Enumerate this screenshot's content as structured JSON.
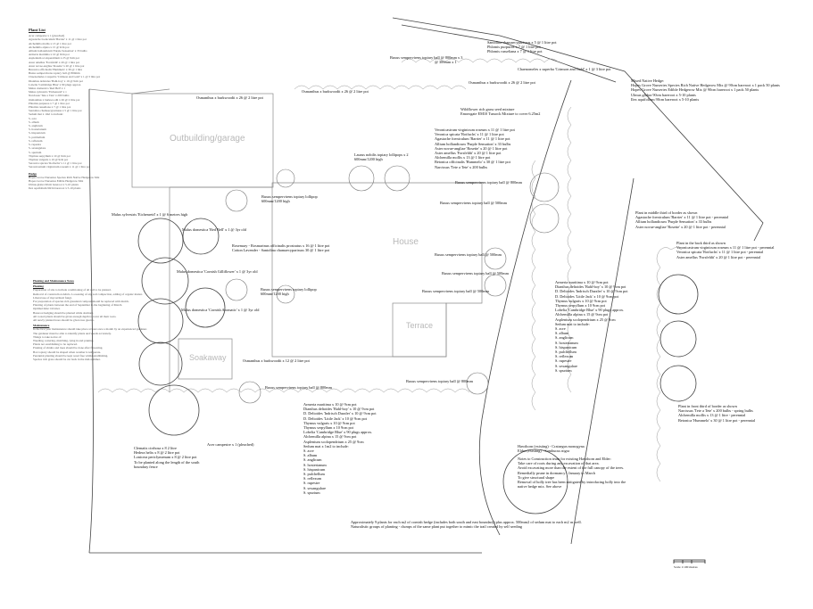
{
  "areas": {
    "outbuilding": "Outbuilding/garage",
    "house": "House",
    "terrace": "Terrace",
    "soakaway": "Soakaway"
  },
  "plant_list": {
    "title": "Plant List",
    "items": [
      "Acer campestre x 1 (pleached)",
      "Agastache foeniculum 'Barrier' x 11 @ 1 litre pot",
      "Alchemilla mollis x 13 @ 1 litre pot",
      "Alchemilla alpina x 15 @ 9cm pot",
      "Allium hollandicum 'Purple Sensation' x 33 bulbs",
      "Armeria maritima x 10 @ 9cm pot",
      "Asplenium scolopendrium x 25 @ 9cm pot",
      "Aster amellus 'Forsfeldii' x 20 @ 1 litre pot",
      "Aster novae-angliae 'Rosette' x 20 @ 1 litre pot",
      "Betonica officinalis 'Hummelo' x 30 @ 1 litre",
      "Buxus sempervirens topiary ball @ 800mm",
      "Chaenomeles x superba 'Crimson and Gold' x 1 @ 3 litre pot",
      "Dianthus deltoides 'Bahl-boy' x 10 @ 9cm pot",
      "Lobelia 'Cambridge Blue' x 90 plugs approx.",
      "Malus domestica 'Red Bell' x 1",
      "Malus sylvestris 'Eichenreid' x 1",
      "Narcissus 'Tete a Tete' x 200 bulbs",
      "Osmanthus x burkwoodii x 26 @ 2 litre pot",
      "Phlomis purpurea x 7 @ 1 litre pot",
      "Phlomis russeliana x 7 @ 1 litre pot",
      "Santolina chamaecyparissus x 5 @ 1 litre pot",
      "Sedum mat x 1m2 to include:",
      "S. acre",
      "S. album",
      "S. anglicum",
      "S. hosterianum",
      "S. hispanicum",
      "S. pulchellum",
      "S. reflexum",
      "S. rupestre",
      "S. sexangulare",
      "S. spurium",
      "Thymus serpyllum x 10 @ 9cm pot",
      "Thymus vulgaris x 10 @ 9cm pot",
      "Veronica spicata 'Rotfuchs' x 11 @ 1 litre pot",
      "Veronicastrum virginicum roseum x 11 @ 1 litre pot"
    ],
    "hedge_title": "Hedge",
    "hedge_items": [
      "Hopes Grove Nurseries Species Rich Native Hedgerow Mix",
      "Hopes Grove Nurseries Edible Hedgerow Mix",
      "Ulmus glabra 90cm bareroot x 5-10 plants",
      "Ilex aquifolium 90cm bareroot x 5-10 plants"
    ]
  },
  "maintenance_notes": {
    "title": "Planting and Maintenance Notes",
    "planting_heading": "Planting",
    "planting": [
      "Preparation of site to include conditioning of all soil to be planted.",
      "Removal of construction debris. Loosening of any soil compaction, adding of organic matter.",
      "Liberal use of mycorrhizal fungi.",
      "For preparation of species rich grassland compost should be replaced with mulch.",
      "Planting of plants between the end of September to the beginning of March.",
      "Optimal time: October.",
      "Bareroot hedging should be planted while dormant.",
      "All rooted plants should be given enough depth to cover all their roots.",
      "All newly planted trees should be given tree guards."
    ],
    "maintenance_heading": "Maintenance",
    "maintenance": [
      "In the first year maintenance should take place at least once a month by an experienced gardener.",
      "The gardener must be able to identify plants and weeds accurately.",
      "Things to take notice of:",
      "Weeding, watering, mulching, tying in and pruning.",
      "Plants not establishing to be replaced.",
      "Pruning of shrubs and trees should be done after flowering.",
      "Box topiary should be shaped when weather is temperate.",
      "Perennial planting should be kept weed free whilst establishing.",
      "Species rich grass should be cut back in the mid-summer."
    ]
  },
  "labels": {
    "buxus_ball_top": "Buxus sempervirens topiary ball @ 800mm x 3",
    "buxus_ball_top2": "@ 300mm x 1",
    "santolina": [
      "Santolina chamaecyparissus x 5 @ 1 litre pot",
      "Phlomis purpurea x 7 @ 1 litre pot",
      "Phlomis russeliana x 7 @ 1 litre pot"
    ],
    "chaenomeles": "Chaenomeles x superba 'Crimson and Gold' x 1 @ 3 litre pot",
    "osmanthus_top": "Osmanthus x burkwoodii x 26 @ 2 litre pot",
    "osmanthus_mid": "Osmanthus x burkwoodii x 26 @ 2 litre pot",
    "osmanthus_left": "Osmanthus x burkwoodii x 26 @ 2 litre pot",
    "osmanthus_bottom": "Osmanthus x burkwoodii x 12 @ 2 litre pot",
    "hedge_mix": [
      "Mixed Native Hedge:",
      "Hopes Grove Nurseries Species Rich Native Hedgerow Mix @ 90cm bareroot x 1 pack 50 plants",
      "Hopes Grove Nurseries Edible Hedgerow Mix @ 90cm bareroot x 1 pack 50 plants",
      "Ulmus glabra 90cm bareroot x 5-10 plants",
      "Ilex aquifolium 90cm bareroot x 5-10 plants"
    ],
    "wildflower": [
      "Wildflower rich grass seed mixture",
      "Emorsgate EM10 Tussock Mixture to cover 6.25m2"
    ],
    "border_mix": [
      "Veronicastrum virginicum roseum x 11 @ 1 litre pot",
      "Veronica spicata 'Rotfuchs' x 11 @ 1 litre pot",
      "Agastache foeniculum 'Barrier' x 11 @ 1 litre pot",
      "Allium hollandicum 'Purple Sensation' x 33 bulbs",
      "Aster novae-angliae 'Rosette' x 20 @ 1 litre pot",
      "Aster amellus 'Forsfeldii' x 20 @ 1 litre pot",
      "Alchemilla mollis x 13 @ 1 litre pot",
      "Betonica officinalis 'Hummelo' x 30 @ 1 litre pot",
      "Narcissus 'Tete a Tete' x 200 bulbs"
    ],
    "laurus": [
      "Laurus nobilis topiary lollipops x 2",
      "600mm/1200 high"
    ],
    "buxus_800_a": "Buxus sempervirens topiary ball @ 800mm",
    "buxus_800_b": "Buxus sempervirens topiary ball @ 500mm",
    "buxus_lollipop_top": [
      "Buxus sempervirens topiary lollipop",
      "600mm/1200 high"
    ],
    "buxus_lollipop_mid": [
      "Buxus sempervirens topiary lollipop",
      "600mm/1200 high"
    ],
    "buxus_500_right1": "Buxus sempervirens topiary ball @ 500mm",
    "buxus_500_right2": "Buxus sempervirens topiary ball @ 500mm",
    "buxus_500_right3": "Buxus sempervirens topiary ball @ 500mm",
    "buxus_800_bottom": "Buxus sempervirens topiary ball @ 800mm",
    "buxus_800_bottom2": "Buxus sempervirens topiary ball @ 800mm",
    "malus_eichenreid": "Malus sylvestris 'Eichenreid' x 1 @ 6 metres high",
    "malus_redbell": "Malus domestica 'Red Bell' x 1 @ 3yr old",
    "malus_cornish_gilliflower": "Malus domestica 'Cornish Gilliflower' x 1 @ 3yr old",
    "malus_cornish_aromatic": "Malus domestica 'Cornish Aromatic' x 1 @ 3yr old",
    "rosmarinus": [
      "Rosemary - Rosmarinus officinalis prostratus x 16 @ 1 litre pot",
      "Cotton Lavender - Santolina chamaecyparissus 30 @ 1 litre pot"
    ],
    "acer": "Acer campestre x 1 (pleached)",
    "climbers": [
      "Clematis cirrhosa x 8 2 litre",
      "Hedera helix x 8 @ 2 litre pot",
      "Lonicera periclymenum x 8 @ 2 litre pot",
      "To be planted along the length of the south",
      "boundary fence"
    ],
    "sedum_right": [
      "Armeria maritima x 10 @ 9cm pot",
      "Dianthus deltoides 'Bahl-boy' x 10 @ 9cm pot",
      "D. Deltoides 'Indrisch Dazzler' x 10 @ 9cm pot",
      "D. Deltoides 'Little Jack' x 10 @ 9cm pot",
      "Thymus vulgaris x 10 @ 9cm pot",
      "Thymus serpyllum x 10 9cm pot",
      "Lobelia 'Cambridge Blue' x 90 plugs approx.",
      "Alchemilla alpina x 15 @ 9cm pot",
      "Asplenium scolopendrium x 25 @ 9cm",
      "Sedum mat to include:",
      "S. acre",
      "S. album",
      "S. anglicum",
      "S. hosterianum",
      "S. hispanicum",
      "S. pulchellum",
      "S. reflexum",
      "S. rupestre",
      "S. sexangulare",
      "S. spurium"
    ],
    "sedum_bottom": [
      "Armeria maritima x 10 @ 9cm pot",
      "Dianthus deltoides 'Bahl-boy' x 10 @ 9cm pot",
      "D. Deltoides 'Indrisch Dazzler' x 10 @ 9cm pot",
      "D. Deltoides 'Little Jack' x 10 @ 9cm pot",
      "Thymus vulgaris x 10 @ 9cm pot",
      "Thymus serpyllum x 10 9cm pot",
      "Lobelia 'Cambridge Blue' x 90 plugs approx.",
      "Alchemilla alpina x 15 @ 9cm pot",
      "Asplenium scolopendrium x 25 @ 9cm",
      "Sedum mat x 1m2 to include:",
      "S. acre",
      "S. album",
      "S. anglicum",
      "S. hosterianum",
      "S. hispanicum",
      "S. pulchellum",
      "S. reflexum",
      "S. rupestre",
      "S. sexangulare",
      "S. spurium"
    ],
    "hawthorn": [
      "Hawthorn (existing) - Crataegus monogyna",
      "Elder (existing) - Sambucus nigra"
    ],
    "contractor_notes": [
      "Notes to Construction team for existing Hawthorn and Elder:",
      "Take care of roots during any excavation of that area.",
      "Avoid excavating more than the extent of the full canopy of the trees.",
      "Remedially prune in dormancy - January to March",
      "To give structural shape",
      "Removal of holly tree has been mitigated by introducing holly into the",
      "native hedge mix. See above"
    ],
    "middle_third": [
      "Plant in middle third of border as shown",
      "Agastache foeniculum 'Barrier' x 11 @ 1 litre pot - perennial",
      "Allium hollandicum 'Purple Sensation' x 33 bulbs",
      "Aster novae-angliae 'Rosette' x 20 @ 1 litre pot - perennial"
    ],
    "back_third": [
      "Plant in the back third as shown",
      "Veronicastrum virginicum roseum x 11 @ 1 litre pot - perennial",
      "Veronica spicata 'Rotfuchs' x 11 @ 1 litre pot - perennial",
      "Aster amellus 'Forsfeldii' x 20 @ 1 litre pot - perennial"
    ],
    "front_third": [
      "Plant in front third of border as shown",
      "Narcissus 'Tete a Tete' x 200 bulbs - spring bulbs",
      "Alchemilla mollis x 13 @ 1 litre - perennial",
      "Betonica 'Hummelo' x 30 @ 1 litre pot - perennial"
    ],
    "footer_note": [
      "Approximately 9 plants for each m2 of cornish hedge (includes both south and east boundary) plus approx. 500mm2 of sedum mat to each m2 as well.",
      "Naturalistic groups of planting - clumps of the same plant put together to mimic the trail created by self seeding"
    ]
  },
  "scale": "Scale 1:100 metres"
}
